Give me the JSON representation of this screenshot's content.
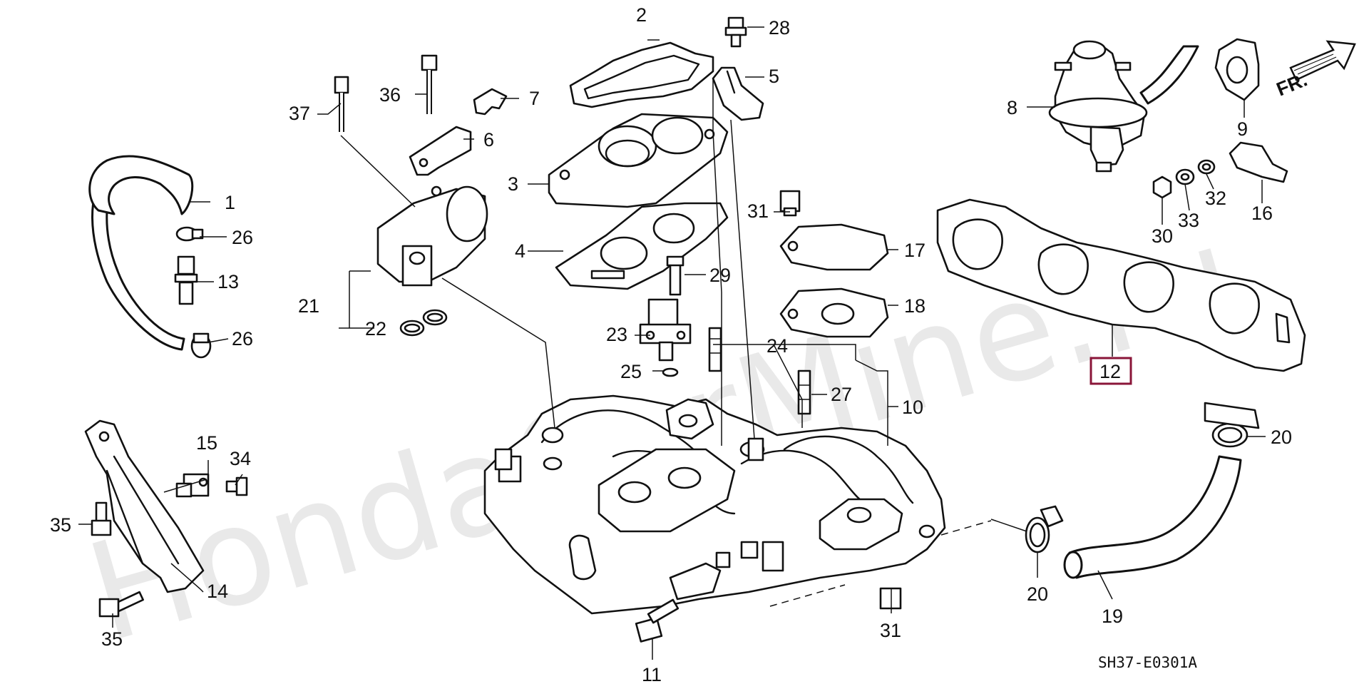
{
  "watermark": "HondaCarMine.ru",
  "direction_label": "FR.",
  "diagram_code": "SH37-E0301A",
  "highlight_color": "#8a1538",
  "parts": [
    {
      "id": "p1",
      "label": "1"
    },
    {
      "id": "p2",
      "label": "2"
    },
    {
      "id": "p3",
      "label": "3"
    },
    {
      "id": "p4",
      "label": "4"
    },
    {
      "id": "p5",
      "label": "5"
    },
    {
      "id": "p6",
      "label": "6"
    },
    {
      "id": "p7",
      "label": "7"
    },
    {
      "id": "p8",
      "label": "8"
    },
    {
      "id": "p9",
      "label": "9"
    },
    {
      "id": "p10",
      "label": "10"
    },
    {
      "id": "p11",
      "label": "11"
    },
    {
      "id": "p12",
      "label": "12",
      "highlighted": true
    },
    {
      "id": "p13",
      "label": "13"
    },
    {
      "id": "p14",
      "label": "14"
    },
    {
      "id": "p15",
      "label": "15"
    },
    {
      "id": "p16",
      "label": "16"
    },
    {
      "id": "p17",
      "label": "17"
    },
    {
      "id": "p18",
      "label": "18"
    },
    {
      "id": "p19",
      "label": "19"
    },
    {
      "id": "p20a",
      "label": "20"
    },
    {
      "id": "p20b",
      "label": "20"
    },
    {
      "id": "p21",
      "label": "21"
    },
    {
      "id": "p22",
      "label": "22"
    },
    {
      "id": "p23",
      "label": "23"
    },
    {
      "id": "p24",
      "label": "24"
    },
    {
      "id": "p25",
      "label": "25"
    },
    {
      "id": "p26a",
      "label": "26"
    },
    {
      "id": "p26b",
      "label": "26"
    },
    {
      "id": "p27",
      "label": "27"
    },
    {
      "id": "p28",
      "label": "28"
    },
    {
      "id": "p29",
      "label": "29"
    },
    {
      "id": "p30",
      "label": "30"
    },
    {
      "id": "p31a",
      "label": "31"
    },
    {
      "id": "p31b",
      "label": "31"
    },
    {
      "id": "p32",
      "label": "32"
    },
    {
      "id": "p33",
      "label": "33"
    },
    {
      "id": "p34",
      "label": "34"
    },
    {
      "id": "p35a",
      "label": "35"
    },
    {
      "id": "p35b",
      "label": "35"
    },
    {
      "id": "p36",
      "label": "36"
    },
    {
      "id": "p37",
      "label": "37"
    }
  ]
}
